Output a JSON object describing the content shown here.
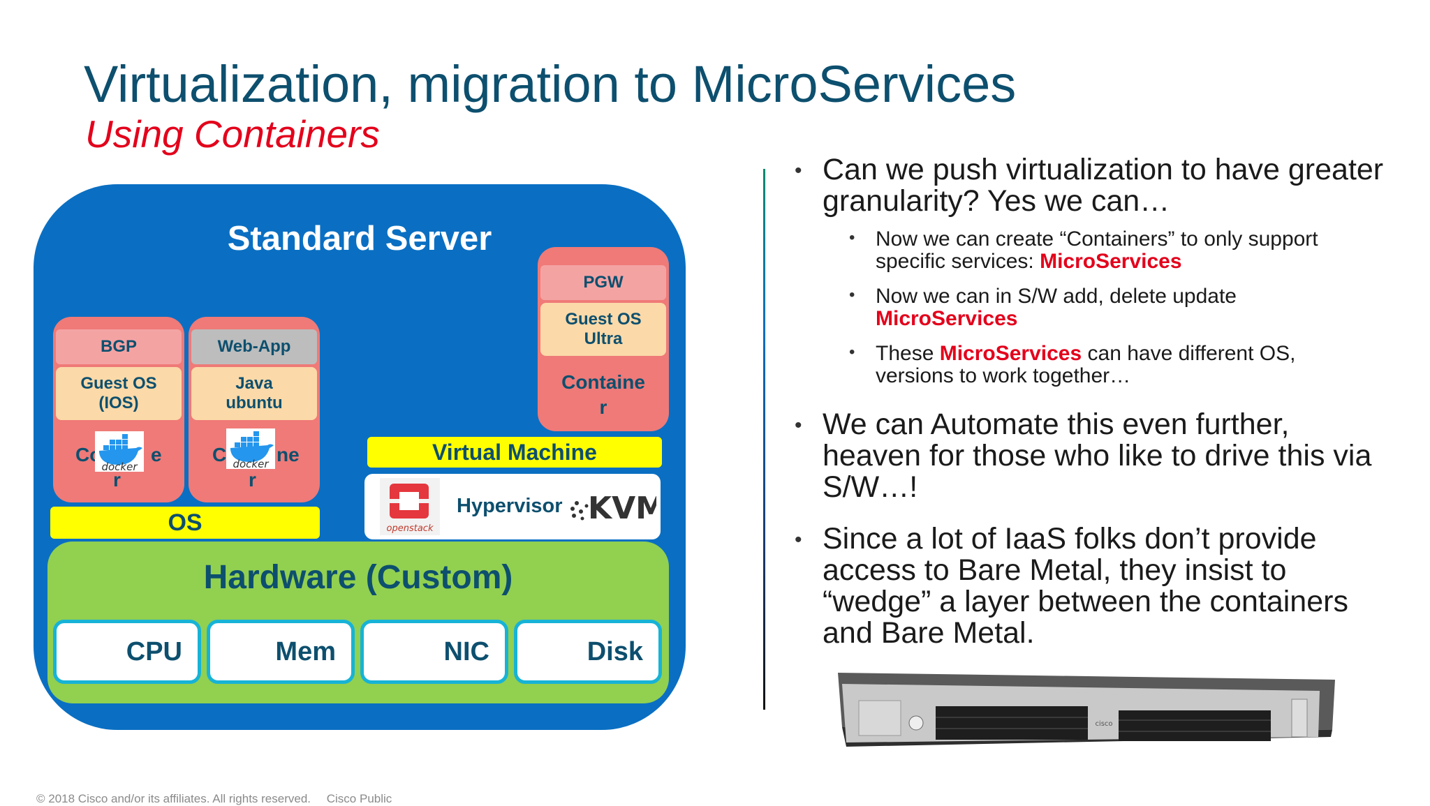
{
  "slide": {
    "title": "Virtualization, migration to MicroServices",
    "subtitle": "Using Containers"
  },
  "diagram": {
    "server_title": "Standard Server",
    "container_1": {
      "app": "BGP",
      "guest_os_line1": "Guest OS",
      "guest_os_line2": "(IOS)",
      "label_a": "Co",
      "label_b": "e",
      "label_c": "r",
      "logo_text": "docker"
    },
    "container_2": {
      "app": "Web-App",
      "guest_os_line1": "Java",
      "guest_os_line2": "ubuntu",
      "label_a": "C",
      "label_b": "ne",
      "label_c": "r",
      "logo_text": "docker"
    },
    "container_3": {
      "app": "PGW",
      "guest_os_line1": "Guest OS",
      "guest_os_line2": "Ultra",
      "label_line1": "Containe",
      "label_line2": "r"
    },
    "os_label": "OS",
    "vm_label": "Virtual Machine",
    "hypervisor_label": "Hypervisor",
    "openstack_text": "openstack",
    "kvm_text": "KVM",
    "hardware_title": "Hardware (Custom)",
    "hardware_items": [
      "CPU",
      "Mem",
      "NIC",
      "Disk"
    ]
  },
  "bullets": {
    "b1_line1": "Can we push virtualization to have greater",
    "b1_line2": "granularity? Yes we can…",
    "s1_line1": "Now we can create “Containers” to only support",
    "s1_line2_pre": "specific services: ",
    "s1_line2_red": "MicroServices",
    "s2_line1": "Now we can in S/W add, delete update",
    "s2_line2_red": "MicroServices",
    "s3_pre": "These ",
    "s3_red": "MicroServices",
    "s3_post": " can have different OS,",
    "s3_line2": "versions to work together…",
    "b2_line1": "We can Automate this even further,",
    "b2_line2": "heaven for those who like to drive this via",
    "b2_line3": "S/W…!",
    "b3_line1": "Since a lot of IaaS folks don’t provide",
    "b3_line2": "access to Bare Metal, they insist to",
    "b3_line3": "“wedge” a layer between the containers",
    "b3_line4": "and Bare Metal.",
    "bullet_char": "•",
    "server_logo": "cisco"
  },
  "footer": {
    "copyright": "© 2018  Cisco and/or its affiliates. All rights reserved.",
    "classification": "Cisco Public"
  },
  "colors": {
    "title": "#0d4f6e",
    "subtitle": "#e3001b",
    "server_blue": "#0a6fc2",
    "container": "#ef7a78",
    "hardware_green": "#92d050",
    "highlight_yellow": "#ffff00"
  }
}
